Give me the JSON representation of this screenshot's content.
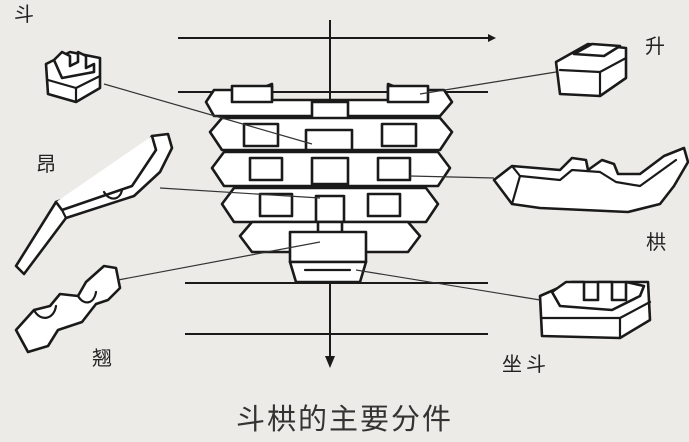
{
  "caption": "斗栱的主要分件",
  "labels": {
    "dou": "斗",
    "sheng": "升",
    "ang": "昂",
    "gong": "栱",
    "qiao": "翘",
    "zuodou": "坐斗"
  }
}
